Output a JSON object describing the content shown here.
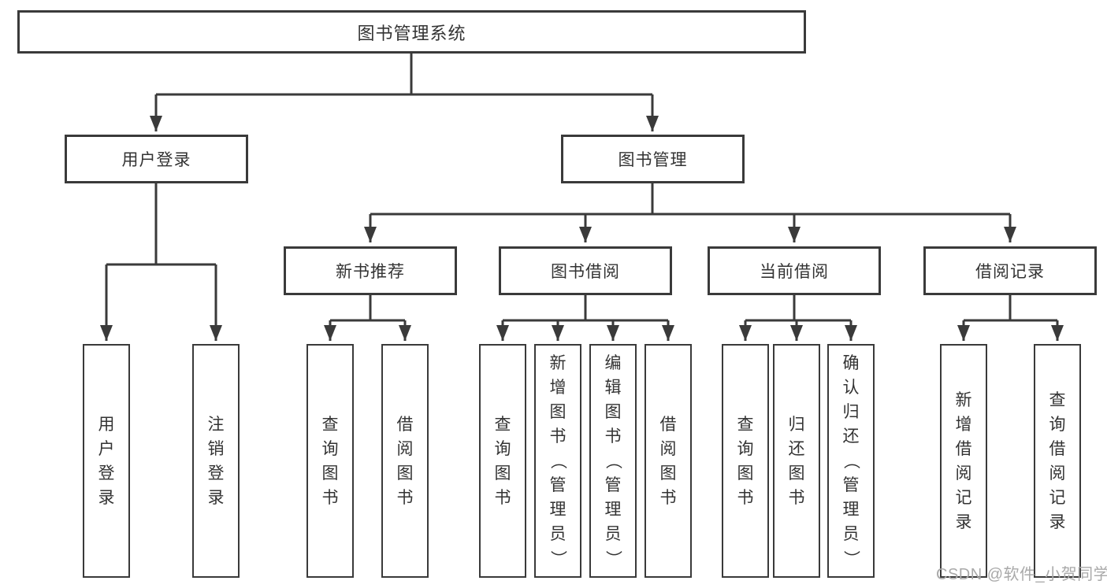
{
  "diagram": {
    "root": "图书管理系统",
    "branches": [
      {
        "label": "用户登录",
        "children": [
          "用户登录",
          "注销登录"
        ]
      },
      {
        "label": "图书管理",
        "sections": [
          {
            "label": "新书推荐",
            "children": [
              "查询图书",
              "借阅图书"
            ]
          },
          {
            "label": "图书借阅",
            "children": [
              "查询图书",
              "新增图书（管理员）",
              "编辑图书（管理员）",
              "借阅图书"
            ]
          },
          {
            "label": "当前借阅",
            "children": [
              "查询图书",
              "归还图书",
              "确认归还（管理员）"
            ]
          },
          {
            "label": "借阅记录",
            "children": [
              "新增借阅记录",
              "查询借阅记录"
            ]
          }
        ]
      }
    ]
  },
  "watermark": "CSDN @软件_小贺同学",
  "colors": {
    "line": "#3a3a3a",
    "text": "#333333",
    "watermark": "#a9a9a9",
    "background": "#ffffff"
  }
}
